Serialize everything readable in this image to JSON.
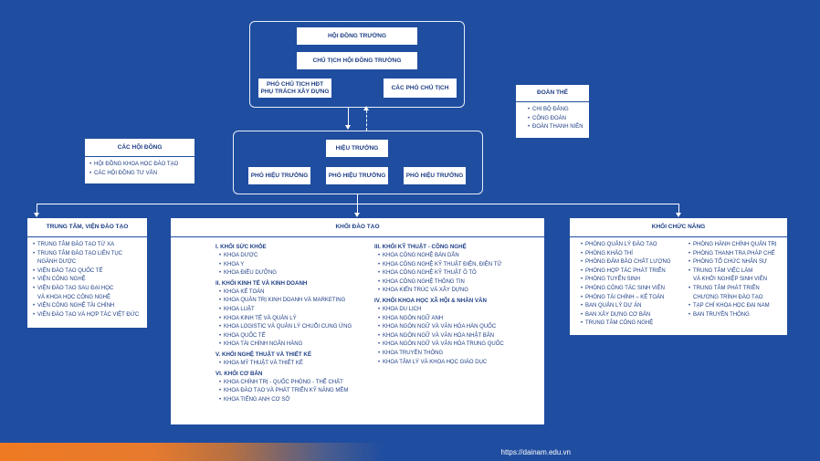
{
  "board": {
    "hoi_dong_truong": "HỘI ĐỒNG TRƯỜNG",
    "chu_tich": "CHỦ TỊCH HỘI ĐỒNG TRƯỜNG",
    "pho_chu_tich_line1": "PHÓ CHỦ TỊCH HĐT",
    "pho_chu_tich_line2": "PHỤ TRÁCH XÂY DỰNG",
    "cac_pho_chu_tich": "CÁC PHÓ CHỦ TỊCH"
  },
  "doan_the": {
    "title": "ĐOÀN THỂ",
    "items": [
      "CHI BỘ ĐẢNG",
      "CÔNG ĐOÀN",
      "ĐOÀN THANH NIÊN"
    ]
  },
  "hoi_dong": {
    "title": "CÁC HỘI ĐỒNG",
    "items": [
      "HỘI ĐỒNG KHOA HỌC ĐÀO TẠO",
      "CÁC HỘI ĐỒNG TƯ VẤN"
    ]
  },
  "executive": {
    "hieu_truong": "HIỆU TRƯỞNG",
    "pho_hieu_truong": [
      "PHÓ HIỆU TRƯỞNG",
      "PHÓ HIỆU TRƯỞNG",
      "PHÓ HIỆU TRƯỞNG"
    ]
  },
  "trung_tam": {
    "title": "TRUNG TÂM, VIỆN ĐÀO TẠO",
    "items": [
      {
        "text": "TRUNG TÂM ĐÀO TẠO TỪ XA"
      },
      {
        "text": "TRUNG TÂM ĐÀO TẠO LIÊN TỤC"
      },
      {
        "text": "NGÀNH DƯỢC",
        "cont": true
      },
      {
        "text": "VIỆN ĐÀO TẠO QUỐC TẾ"
      },
      {
        "text": "VIỆN CÔNG NGHỆ"
      },
      {
        "text": "VIỆN ĐÀO TẠO SAU ĐẠI HỌC"
      },
      {
        "text": "VÀ KHOA HỌC CÔNG NGHỆ",
        "cont": true
      },
      {
        "text": "VIỆN CÔNG NGHỆ TÀI CHÍNH"
      },
      {
        "text": "VIỆN ĐÀO TẠO VÀ HỢP TÁC VIỆT ĐỨC"
      }
    ]
  },
  "khoi_dao_tao": {
    "title": "KHỐI ĐÀO TẠO",
    "left": [
      {
        "title": "I. KHỐI SỨC KHỎE",
        "items": [
          "KHOA DƯỢC",
          "KHOA Y",
          "KHOA ĐIỀU DƯỠNG"
        ]
      },
      {
        "title": "II. KHỐI KINH TẾ VÀ KINH DOANH",
        "items": [
          "KHOA KẾ TOÁN",
          "KHOA QUẢN TRỊ KINH DOANH VÀ MARKETING",
          "KHOA LUẬT",
          "KHOA KINH TẾ VÀ QUẢN LÝ",
          "KHOA LOGISTIC VÀ QUẢN LÝ CHUỖI CUNG ỨNG",
          "KHOA QUỐC TẾ",
          "KHOA TÀI CHÍNH NGÂN HÀNG"
        ]
      },
      {
        "title": "V. KHỐI NGHỆ THUẬT VÀ THIẾT KẾ",
        "items": [
          "KHOA MỸ THUẬT VÀ THIẾT KẾ"
        ]
      },
      {
        "title": "VI. KHỐI CƠ BẢN",
        "items": [
          "KHOA CHÍNH TRỊ - QUỐC PHÒNG - THỂ CHẤT",
          "KHOA ĐÀO TẠO VÀ PHÁT TRIỂN KỸ NĂNG MỀM",
          "KHOA TIẾNG ANH CƠ SỞ"
        ]
      }
    ],
    "right": [
      {
        "title": "III. KHỐI KỸ THUẬT - CÔNG NGHỆ",
        "items": [
          "KHOA CÔNG NGHỆ BÁN DẪN",
          "KHOA CÔNG NGHỆ KỸ THUẬT ĐIỆN, ĐIỆN TỬ",
          "KHOA CÔNG NGHỆ KỸ THUẬT Ô TÔ",
          "KHOA CÔNG NGHỆ THÔNG TIN",
          "KHOA KIẾN TRÚC VÀ XÂY DỰNG"
        ]
      },
      {
        "title": "IV. KHỐI KHOA HỌC XÃ HỘI & NHÂN VĂN",
        "items": [
          "KHOA DU LỊCH",
          "KHOA NGÔN NGỮ ANH",
          "KHOA NGÔN NGỮ VÀ VĂN HÓA HÀN QUỐC",
          "KHOA NGÔN NGỮ VÀ VĂN HÓA NHẬT BẢN",
          "KHOA NGÔN NGỮ VÀ VĂN HÓA TRUNG QUỐC",
          "KHOA TRUYỀN THÔNG",
          "KHOA TÂM LÝ VÀ KHOA HỌC GIÁO DỤC"
        ]
      }
    ]
  },
  "khoi_chuc_nang": {
    "title": "KHỐI CHỨC NĂNG",
    "left": [
      {
        "text": "PHÒNG QUẢN LÝ ĐÀO TẠO"
      },
      {
        "text": "PHÒNG KHẢO THÍ"
      },
      {
        "text": "PHÒNG ĐẢM BẢO CHẤT LƯỢNG"
      },
      {
        "text": "PHÒNG HỢP TÁC PHÁT TRIỂN"
      },
      {
        "text": "PHÒNG TUYỂN SINH"
      },
      {
        "text": "PHÒNG CÔNG TÁC SINH VIÊN"
      },
      {
        "text": "PHÒNG TÀI CHÍNH – KẾ TOÁN"
      },
      {
        "text": "BAN QUẢN LÝ DỰ ÁN"
      },
      {
        "text": "BAN XÂY DỰNG CƠ BẢN"
      },
      {
        "text": "TRUNG TÂM CÔNG NGHỆ"
      }
    ],
    "right": [
      {
        "text": "PHÒNG HÀNH CHÍNH QUẢN TRỊ"
      },
      {
        "text": "PHÒNG THANH TRA PHÁP CHẾ"
      },
      {
        "text": "PHÒNG TỔ CHỨC NHÂN SỰ"
      },
      {
        "text": "TRUNG TÂM VIỆC LÀM"
      },
      {
        "text": "VÀ KHỞI NGHIỆP SINH VIÊN",
        "cont": true
      },
      {
        "text": "TRUNG TÂM PHÁT TRIỂN"
      },
      {
        "text": "CHƯƠNG TRÌNH ĐÀO TẠO",
        "cont": true
      },
      {
        "text": "TẠP CHÍ KHOA HỌC ĐẠI NAM"
      },
      {
        "text": "BAN TRUYỀN THÔNG"
      }
    ]
  },
  "footer": {
    "url": "https://dainam.edu.vn"
  },
  "colors": {
    "background": "#1f4da0",
    "text": "#1f3f86",
    "accent_orange": "#ef7a23"
  }
}
